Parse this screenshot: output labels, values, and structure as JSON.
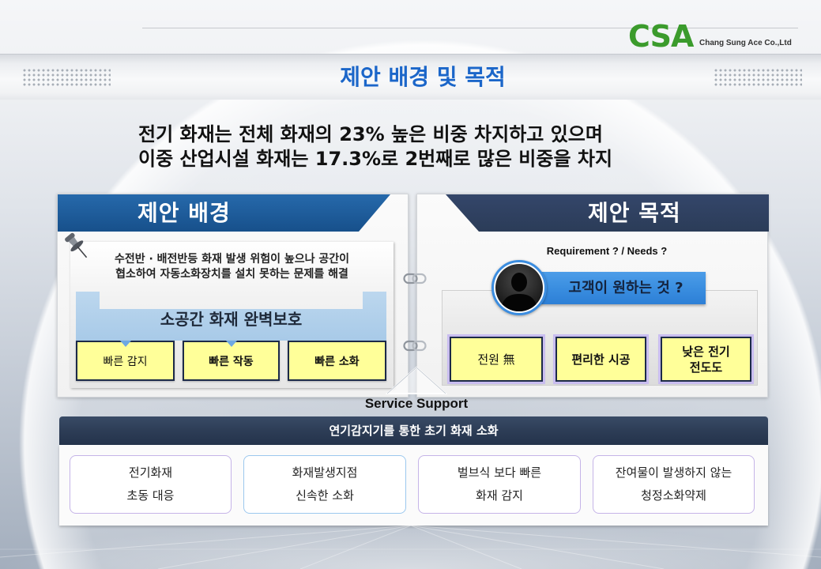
{
  "brand": {
    "logo": "CSA",
    "company": "Chang Sung Ace Co.,Ltd"
  },
  "title": "제안 배경 및 목적",
  "headline": [
    "전기 화재는 전체 화재의 23% 높은 비중 차지하고 있으며",
    "이중 산업시설 화재는 17.3%로 2번째로 많은 비중을 차지"
  ],
  "background_panel": {
    "heading": "제안 배경",
    "problem": [
      "수전반 · 배전반등 화재 발생 위험이 높으나 공간이",
      "협소하여 자동소화장치를 설치 못하는 문제를 해결"
    ],
    "goal": "소공간 화재 완벽보호",
    "features": [
      "빠른 감지",
      "빠른 작동",
      "빠른 소화"
    ]
  },
  "purpose_panel": {
    "heading": "제안 목적",
    "question": "Requirement ? / Needs ?",
    "customer_label": "고객이 원하는 것 ?",
    "needs": [
      [
        "전원 無"
      ],
      [
        "편리한 시공"
      ],
      [
        "낮은 전기",
        "전도도"
      ]
    ]
  },
  "service": {
    "label": "Service Support",
    "banner": "연기감지기를 통한 초기 화재 소화",
    "items": [
      [
        "전기화재",
        "초동 대응"
      ],
      [
        "화재발생지점",
        "신속한 소화"
      ],
      [
        "벌브식 보다 빠른",
        "화재 감지"
      ],
      [
        "잔여물이 발생하지 않는",
        "청정소화약제"
      ]
    ]
  },
  "icons": {
    "pin": "pushpin-icon",
    "customer": "person-icon",
    "link": "chain-link-icon",
    "connector": "up-arrow-icon"
  },
  "colors": {
    "title_blue": "#1b66c9",
    "left_header": "#1d5e9f",
    "right_header": "#2b3c58",
    "yellow": "#ffff99",
    "navy_bar": "#2d3d56",
    "logo_green": "#3b9b2c",
    "customer_bar": "#3a8ee0"
  }
}
